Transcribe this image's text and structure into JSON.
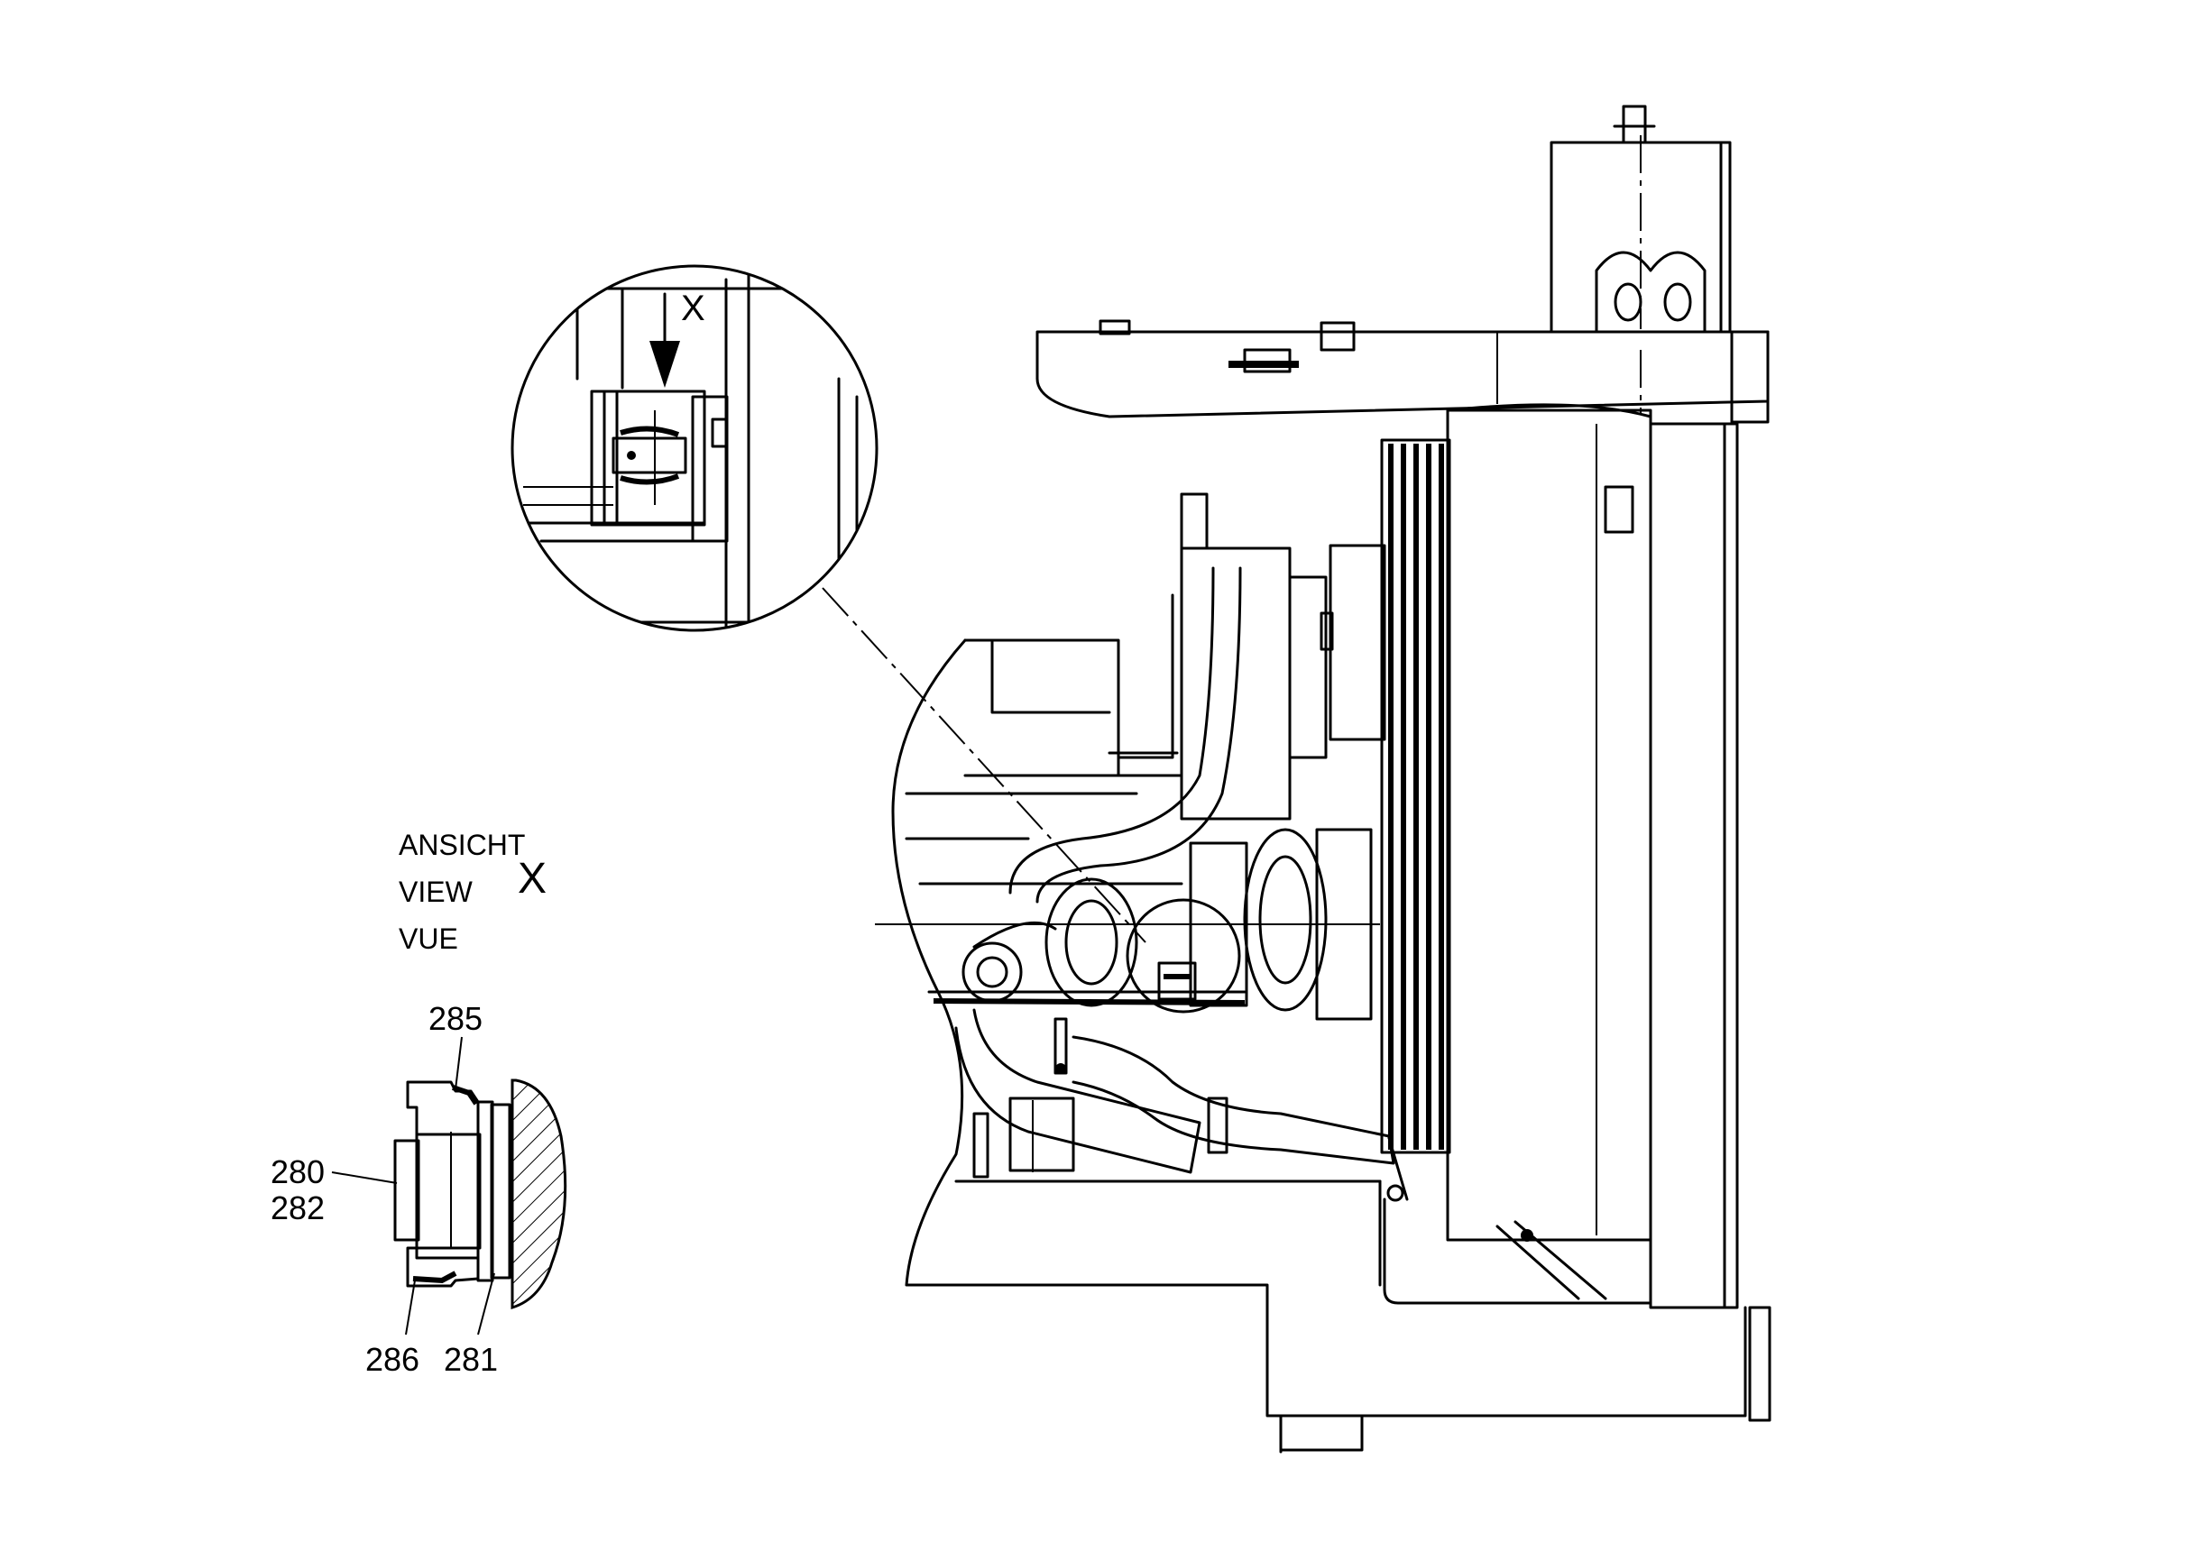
{
  "view_caption": {
    "lines": [
      "ANSICHT",
      "VIEW",
      "VUE"
    ],
    "marker": "X"
  },
  "detail_marker": "X",
  "part_labels": {
    "p285": "285",
    "p280": "280",
    "p282": "282",
    "p286": "286",
    "p281": "281"
  }
}
